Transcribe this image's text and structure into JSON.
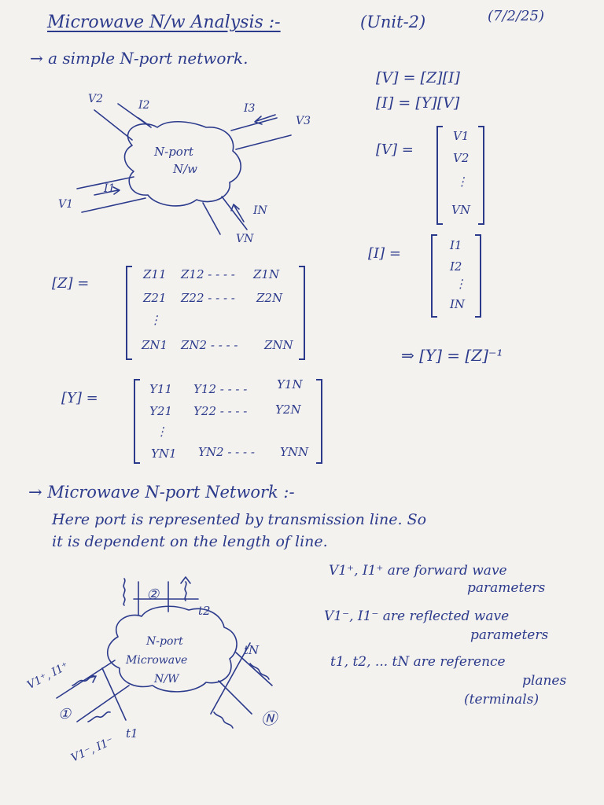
{
  "header": {
    "title": "Microwave N/w Analysis :-",
    "unit": "(Unit-2)",
    "date": "(7/2/25)"
  },
  "section1": {
    "heading": "→ a simple N-port network."
  },
  "diagram1": {
    "center_label_1": "N-port",
    "center_label_2": "N/w",
    "port_labels": [
      "I2",
      "I3",
      "V3",
      "I1",
      "V1",
      "IN",
      "VN",
      "V2"
    ]
  },
  "equations": {
    "eq1": "[V] = [Z][I]",
    "eq2": "[I] = [Y][V]",
    "v_label": "[V] =",
    "v_entries": [
      "V1",
      "V2",
      "⋮",
      "VN"
    ],
    "i_label": "[I] =",
    "i_entries": [
      "I1",
      "I2",
      "⋮",
      "IN"
    ],
    "y_inverse": "⇒ [Y] = [Z]⁻¹"
  },
  "z_matrix": {
    "label": "[Z] =",
    "rows": [
      [
        "Z11",
        "Z12 - - - -",
        "Z1N"
      ],
      [
        "Z21",
        "Z22 - - - -",
        "Z2N"
      ],
      [
        "⋮",
        "",
        ""
      ],
      [
        "ZN1",
        "ZN2 - - - -",
        "ZNN"
      ]
    ]
  },
  "y_matrix": {
    "label": "[Y] =",
    "rows": [
      [
        "Y11",
        "Y12 - - - -",
        "Y1N"
      ],
      [
        "Y21",
        "Y22 - - - -",
        "Y2N"
      ],
      [
        "⋮",
        "",
        ""
      ],
      [
        "YN1",
        "YN2 - - - -",
        "YNN"
      ]
    ]
  },
  "section2": {
    "heading": "→ Microwave N-port Network :-",
    "line1": "Here port is represented by transmission line. So",
    "line2": "it is dependent on the length of line."
  },
  "diagram2": {
    "center_label_1": "N-port",
    "center_label_2": "Microwave",
    "center_label_3": "N/W",
    "t1": "t1",
    "t2": "t2",
    "tN": "tN",
    "port1": "①",
    "port2": "②",
    "portN": "Ⓝ",
    "forward": "V1⁺, I1⁺",
    "reflected": "V1⁻, I1⁻"
  },
  "notes": {
    "n1a": "V1⁺, I1⁺ are forward wave",
    "n1b": "parameters",
    "n2a": "V1⁻, I1⁻ are reflected wave",
    "n2b": "parameters",
    "n3a": "t1, t2, ... tN are reference",
    "n3b": "planes",
    "n3c": "(terminals)"
  }
}
